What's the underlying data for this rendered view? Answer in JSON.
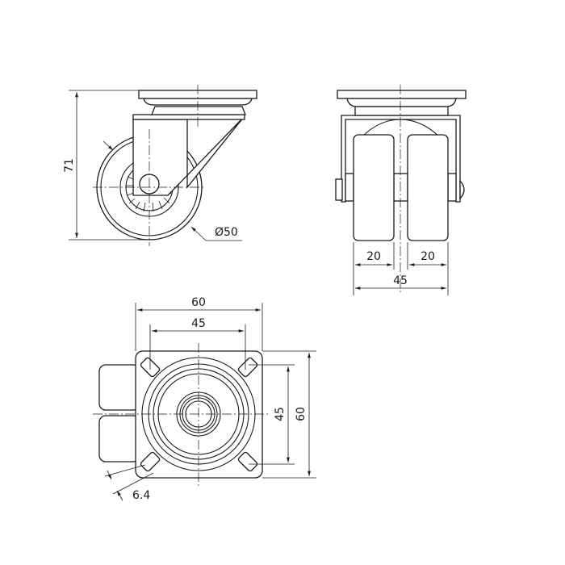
{
  "drawing": {
    "title": "Swivel twin-wheel castor technical drawing",
    "side_view": {
      "height_dim": "71",
      "wheel_diameter_dim": "Ø50"
    },
    "front_view": {
      "wheel_width_left": "20",
      "wheel_width_right": "20",
      "overall_width": "45"
    },
    "top_view": {
      "plate_width": "60",
      "hole_spacing_x": "45",
      "hole_spacing_y": "45",
      "plate_depth": "60",
      "slot_width": "6.4"
    }
  }
}
